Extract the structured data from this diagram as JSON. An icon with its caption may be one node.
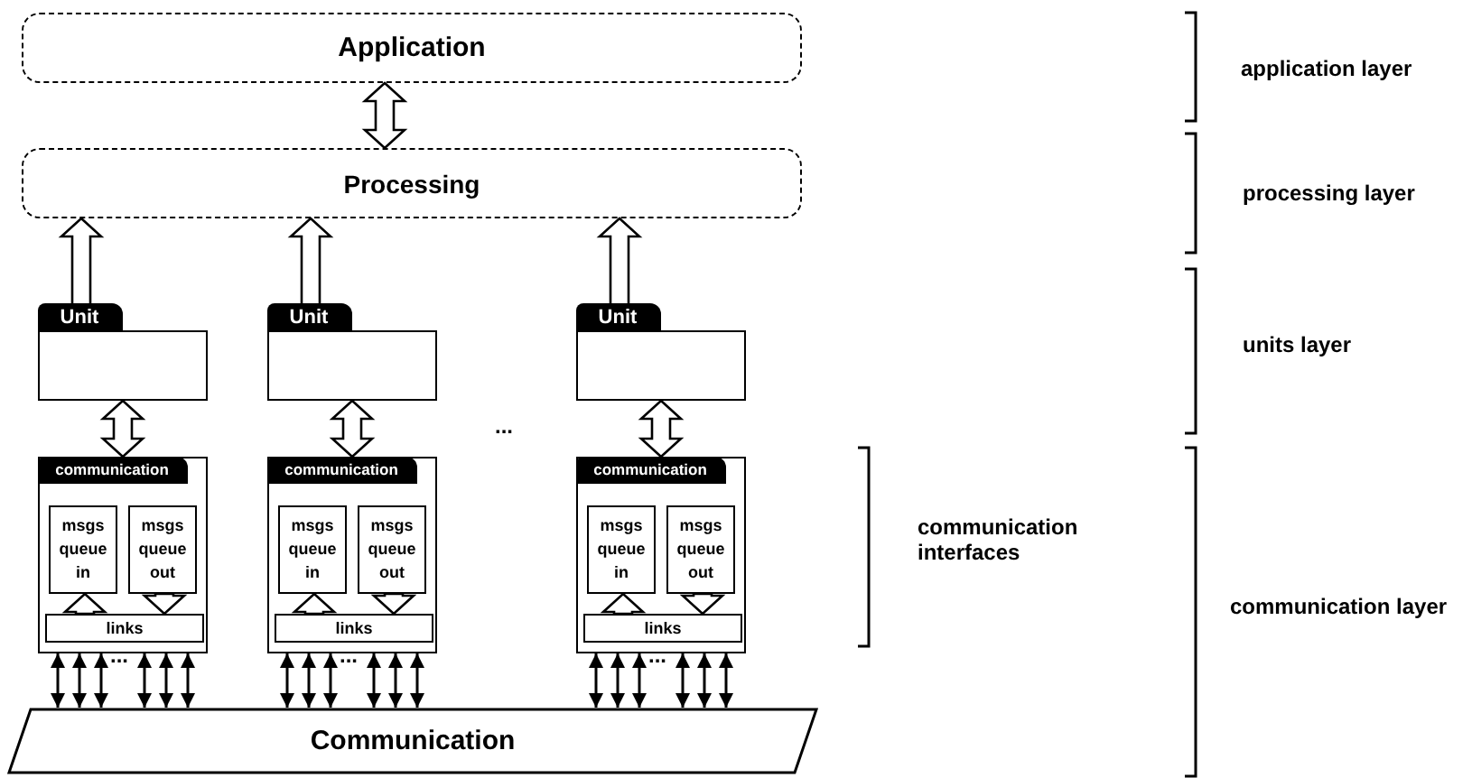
{
  "diagram": {
    "nodes": [
      {
        "text": [
          "Application"
        ]
      },
      {
        "text": [
          "Processing"
        ]
      },
      {
        "text": [
          "Unit"
        ]
      },
      {
        "text": [
          "communication"
        ]
      },
      {
        "text": [
          "msgs queue in"
        ],
        "in": 3
      },
      {
        "text": [
          "msgs queue out"
        ],
        "in": 3
      },
      {
        "text": [
          "links"
        ],
        "in": 3
      },
      {
        "text": [
          "Unit"
        ]
      },
      {
        "text": [
          "communication"
        ]
      },
      {
        "text": [
          "msgs queue in"
        ],
        "in": 8
      },
      {
        "text": [
          "msgs queue out"
        ],
        "in": 8
      },
      {
        "text": [
          "links"
        ],
        "in": 8
      },
      {
        "text": [
          "Unit"
        ]
      },
      {
        "text": [
          "communication"
        ]
      },
      {
        "text": [
          "msgs queue in"
        ],
        "in": 13
      },
      {
        "text": [
          "msgs queue out"
        ],
        "in": 13
      },
      {
        "text": [
          "links"
        ],
        "in": 13
      },
      {
        "text": [
          "Communication"
        ]
      }
    ],
    "edges": [
      {
        "from": 0,
        "to": 1,
        "arrow": "both",
        "style": "thick"
      },
      {
        "from": 1,
        "to": 2,
        "arrow": "both",
        "style": "thick"
      },
      {
        "from": 2,
        "to": 3,
        "arrow": "both",
        "style": "thick"
      },
      {
        "from": 6,
        "to": 4,
        "arrow": "to",
        "style": "thick"
      },
      {
        "from": 5,
        "to": 6,
        "arrow": "to",
        "style": "thick"
      },
      {
        "from": 3,
        "to": 17,
        "arrow": "both"
      },
      {
        "from": 3,
        "to": 17,
        "arrow": "both"
      },
      {
        "from": 3,
        "to": 17,
        "arrow": "both"
      },
      {
        "from": 3,
        "to": 17,
        "arrow": "both"
      },
      {
        "from": 3,
        "to": 17,
        "arrow": "both"
      },
      {
        "from": 3,
        "to": 17,
        "arrow": "both"
      },
      {
        "from": 1,
        "to": 7,
        "arrow": "both",
        "style": "thick"
      },
      {
        "from": 7,
        "to": 8,
        "arrow": "both",
        "style": "thick"
      },
      {
        "from": 11,
        "to": 9,
        "arrow": "to",
        "style": "thick"
      },
      {
        "from": 10,
        "to": 11,
        "arrow": "to",
        "style": "thick"
      },
      {
        "from": 8,
        "to": 17,
        "arrow": "both"
      },
      {
        "from": 8,
        "to": 17,
        "arrow": "both"
      },
      {
        "from": 8,
        "to": 17,
        "arrow": "both"
      },
      {
        "from": 8,
        "to": 17,
        "arrow": "both"
      },
      {
        "from": 8,
        "to": 17,
        "arrow": "both"
      },
      {
        "from": 8,
        "to": 17,
        "arrow": "both"
      },
      {
        "from": 1,
        "to": 12,
        "arrow": "both",
        "style": "thick"
      },
      {
        "from": 12,
        "to": 13,
        "arrow": "both",
        "style": "thick"
      },
      {
        "from": 16,
        "to": 14,
        "arrow": "to",
        "style": "thick"
      },
      {
        "from": 15,
        "to": 16,
        "arrow": "to",
        "style": "thick"
      },
      {
        "from": 13,
        "to": 17,
        "arrow": "both"
      },
      {
        "from": 13,
        "to": 17,
        "arrow": "both"
      },
      {
        "from": 13,
        "to": 17,
        "arrow": "both"
      },
      {
        "from": 13,
        "to": 17,
        "arrow": "both"
      },
      {
        "from": 13,
        "to": 17,
        "arrow": "both"
      },
      {
        "from": 13,
        "to": 17,
        "arrow": "both"
      }
    ],
    "labels": [
      "application layer",
      "processing layer",
      "units layer",
      "...",
      "communication interfaces",
      "communication layer",
      "...",
      "...",
      "..."
    ]
  }
}
